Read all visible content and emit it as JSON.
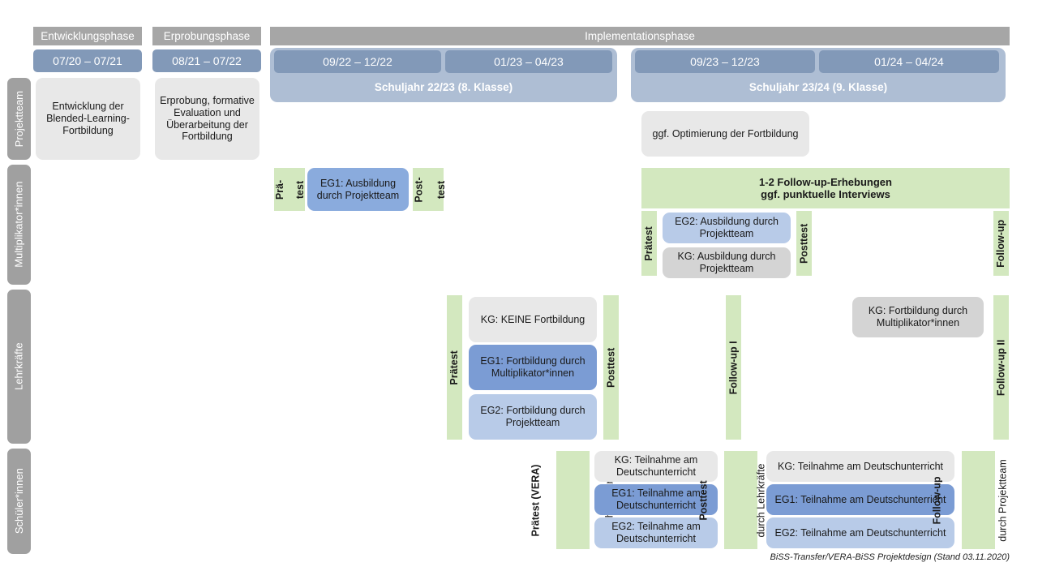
{
  "figure": {
    "footer": "BiSS-Transfer/VERA-BiSS Projektdesign (Stand 03.11.2020)"
  },
  "colors": {
    "phase_grey": "#a6a6a6",
    "date_blue": "#8299b8",
    "year_blue": "#aebed4",
    "role_grey": "#a0a0a0",
    "box_grey_light": "#e8e8e8",
    "box_grey": "#d4d4d4",
    "eg1_blue": "#7b9cd4",
    "eg1_blue_mult": "#8aabdd",
    "eg2_blue": "#b8cbe8",
    "test_green": "#d3e8bf"
  },
  "phases": [
    {
      "label": "Entwicklungsphase"
    },
    {
      "label": "Erprobungsphase"
    },
    {
      "label": "Implementationsphase"
    }
  ],
  "date_bands": [
    {
      "label": "07/20 – 07/21"
    },
    {
      "label": "08/21 – 07/22"
    },
    {
      "label": "09/22 – 12/22"
    },
    {
      "label": "01/23 – 04/23"
    },
    {
      "label": "09/23 – 12/23"
    },
    {
      "label": "01/24 – 04/24"
    }
  ],
  "school_years": [
    {
      "label": "Schuljahr 22/23 (8. Klasse)"
    },
    {
      "label": "Schuljahr 23/24 (9. Klasse)"
    }
  ],
  "roles": [
    {
      "label": "Projektteam"
    },
    {
      "label": "Multiplikator*innen"
    },
    {
      "label": "Lehrkräfte"
    },
    {
      "label": "Schüler*innen"
    }
  ],
  "projektteam": {
    "entwicklung": "Entwicklung der Blended-Learning-Fortbildung",
    "erprobung": "Erprobung, formative Evaluation und Überarbeitung der Fortbildung",
    "optimierung": "ggf. Optimierung der Fortbildung"
  },
  "multiplikatoren": {
    "praetest_line1": "Prä-",
    "praetest_line2": "test",
    "posttest_line1": "Post-",
    "posttest_line2": "test",
    "eg1": "EG1: Ausbildung durch Projektteam",
    "followup_banner_line1": "1-2 Follow-up-Erhebungen",
    "followup_banner_line2": "ggf. punktuelle Interviews",
    "praetest2": "Prätest",
    "posttest2": "Posttest",
    "followup": "Follow-up",
    "eg2": "EG2: Ausbildung durch Projektteam",
    "kg": "KG: Ausbildung durch Projektteam"
  },
  "lehrkraefte": {
    "praetest": "Prätest",
    "posttest": "Posttest",
    "followup1": "Follow-up I",
    "followup2": "Follow-up II",
    "kg_keine": "KG:  KEINE Fortbildung",
    "eg1": "EG1: Fortbildung durch Multiplikator*innen",
    "eg2": "EG2: Fortbildung durch Projektteam",
    "kg_fortbildung": "KG: Fortbildung durch Multiplikator*innen"
  },
  "schueler": {
    "praetest_main": "Prätest (VERA)",
    "praetest_sub": "durch Lehrkräfte",
    "posttest_main": "Posttest",
    "posttest_sub": "durch Lehrkräfte",
    "followup_main": "Follow-up",
    "followup_sub": "durch Projektteam",
    "left": {
      "kg": "KG: Teilnahme am Deutschunterricht",
      "eg1": "EG1: Teilnahme am Deutschunterricht",
      "eg2": "EG2: Teilnahme am Deutschunterricht"
    },
    "right": {
      "kg": "KG: Teilnahme am Deutschunterricht",
      "eg1": "EG1: Teilnahme am Deutschunterricht",
      "eg2": "EG2: Teilnahme am Deutschunterricht"
    }
  }
}
